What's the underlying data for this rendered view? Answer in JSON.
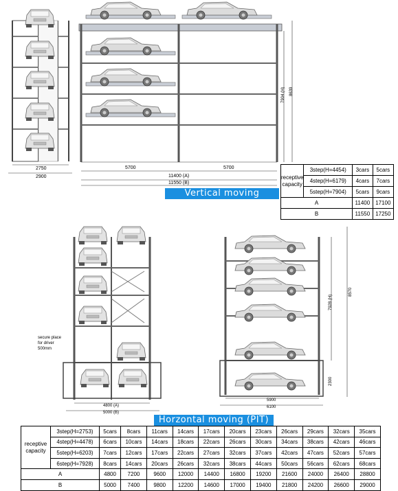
{
  "vertical": {
    "side_width": "2750",
    "side_total": "2900",
    "span_left": "5700",
    "span_right": "5700",
    "dim_a": "11400 (A)",
    "dim_b": "11550 (B)",
    "height_h": "7904 (H)",
    "height_total": "8639",
    "banner": "Vertical moving",
    "table": {
      "label_1": "receptive",
      "label_2": "capacity",
      "rows": [
        {
          "step": "3step(H=4454)",
          "c1": "3cars",
          "c2": "5cars"
        },
        {
          "step": "4step(H=6179)",
          "c1": "4cars",
          "c2": "7cars"
        },
        {
          "step": "5step(H=7904)",
          "c1": "5cars",
          "c2": "9cars"
        }
      ],
      "a_label": "A",
      "a_vals": [
        "11400",
        "17100"
      ],
      "b_label": "B",
      "b_vals": [
        "11550",
        "17250"
      ]
    }
  },
  "horizontal": {
    "note_1": "secure place",
    "note_2": "for driver",
    "note_3": "500mm",
    "left_a": "4800 (A)",
    "left_b": "5000 (B)",
    "right_a": "5900",
    "right_b": "6100",
    "height_h": "7928 (H)",
    "height_total": "8570",
    "pit": "2300",
    "banner": "Horzontal moving (PIT)",
    "table": {
      "label_1": "receptive",
      "label_2": "capacity",
      "rows": [
        {
          "step": "3step(H=2753)",
          "vals": [
            "5cars",
            "8cars",
            "11cars",
            "14cars",
            "17cars",
            "20cars",
            "23cars",
            "26cars",
            "29cars",
            "32cars",
            "35cars"
          ]
        },
        {
          "step": "4step(H=4478)",
          "vals": [
            "6cars",
            "10cars",
            "14cars",
            "18cars",
            "22cars",
            "26cars",
            "30cars",
            "34cars",
            "38cars",
            "42cars",
            "46cars"
          ]
        },
        {
          "step": "5step(H=6203)",
          "vals": [
            "7cars",
            "12cars",
            "17cars",
            "22cars",
            "27cars",
            "32cars",
            "37cars",
            "42cars",
            "47cars",
            "52cars",
            "57cars"
          ]
        },
        {
          "step": "6step(H=7928)",
          "vals": [
            "8cars",
            "14cars",
            "20cars",
            "26cars",
            "32cars",
            "38cars",
            "44cars",
            "50cars",
            "56cars",
            "62cars",
            "68cars"
          ]
        }
      ],
      "a_label": "A",
      "a_vals": [
        "4800",
        "7200",
        "9600",
        "12000",
        "14400",
        "16800",
        "19200",
        "21600",
        "24000",
        "26400",
        "28800"
      ],
      "b_label": "B",
      "b_vals": [
        "5000",
        "7400",
        "9800",
        "12200",
        "14600",
        "17000",
        "19400",
        "21800",
        "24200",
        "26600",
        "29000"
      ]
    }
  }
}
